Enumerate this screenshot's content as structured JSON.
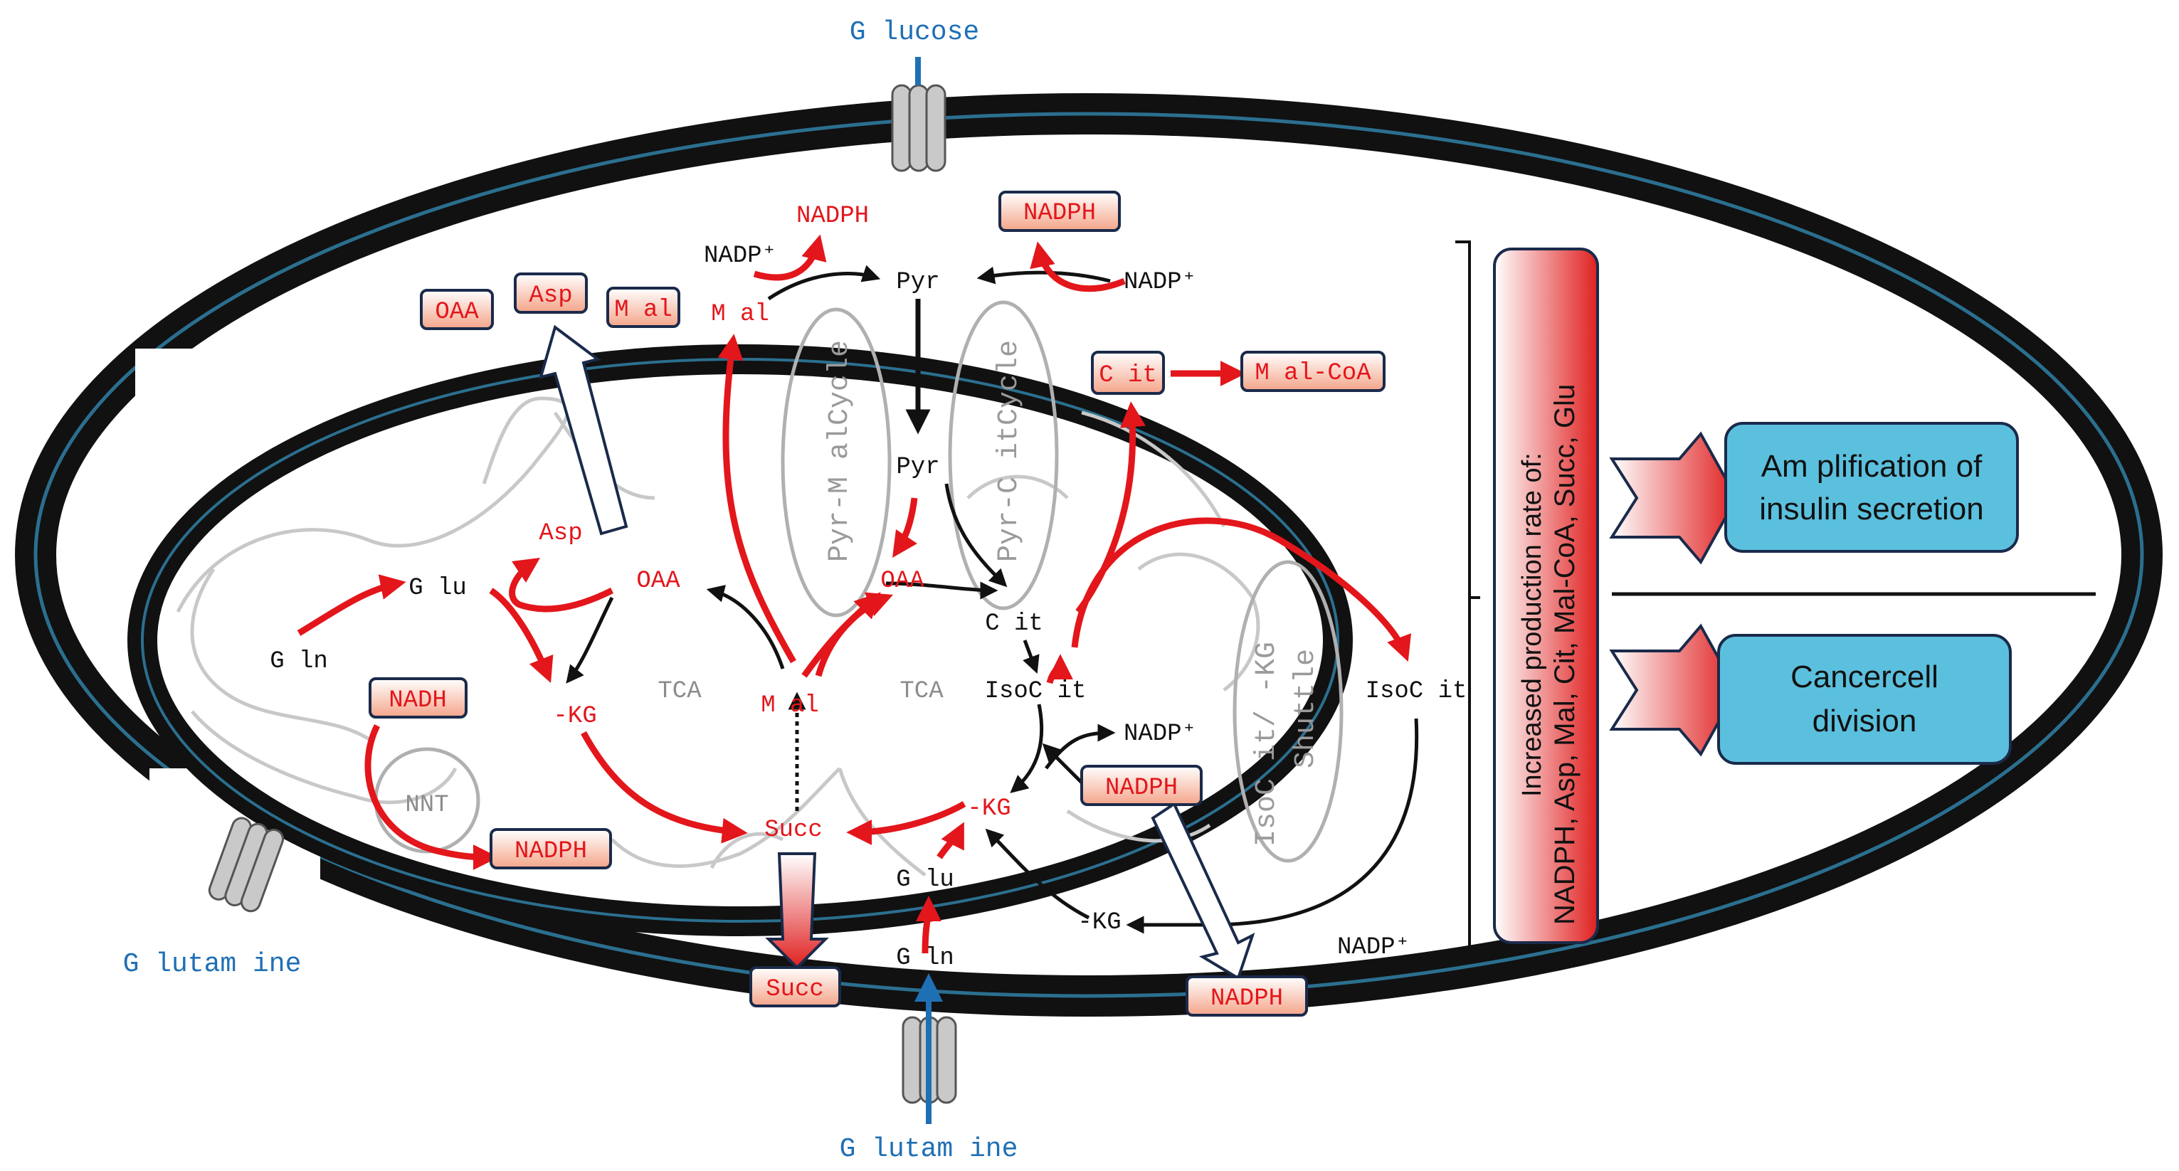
{
  "transport": {
    "glucose_top": "G lucose",
    "glutamine_left": "G lutam ine",
    "glutamine_bottom": "G lutam ine"
  },
  "cytosol": {
    "nadp_left": "NADP⁺",
    "nadph_left": "NADPH",
    "pyr_top": "Pyr",
    "nadph_right_box": "NADPH",
    "nadp_right": "NADP⁺",
    "mal_top": "M al",
    "cit_box": "C it",
    "malcoa_box": "M al-CoA",
    "oaa_box": "OAA",
    "asp_box": "Asp",
    "mal_box": "M al",
    "pyr_mal_cycle": "Pyr-M alCycle",
    "pyr_cit_cycle": "Pyr-C itCycle",
    "isocit_cyto": "IsoC it",
    "akg_cyto": "-KG",
    "nadp_bottom": "NADP⁺",
    "nadph_bottom_box": "NADPH",
    "succ_box": "Succ"
  },
  "mito": {
    "asp": "Asp",
    "glu_left": "G lu",
    "oaa_left": "OAA",
    "gln_left": "G ln",
    "akg_left": "-KG",
    "tca_left": "TCA",
    "nadh_box": "NADH",
    "nnt": "NNT",
    "nadph_nnt_box": "NADPH",
    "pyr_mito": "Pyr",
    "oaa_mid": "OAA",
    "mal_mid": "M al",
    "tca_right": "TCA",
    "cit_mito": "C it",
    "isocit_mito": "IsoC it",
    "nadp_mito": "NADP⁺",
    "nadph_mito_box": "NADPH",
    "akg_mito": "-KG",
    "succ_mito": "Succ",
    "glu_bottom": "G lu",
    "gln_bottom": "G ln",
    "shuttle": "IsoC it/ -KG",
    "shuttle2": "Shuttle"
  },
  "outputs": {
    "side_label_line1": "Increased production rate of:",
    "side_label_line2": "NADPH, Asp, Mal, Cit, Mal-CoA, Succ, Glu",
    "box1_line1": "Am plification of",
    "box1_line2": "insulin secretion",
    "box2_line1": "Cancercell",
    "box2_line2": "division"
  },
  "colors": {
    "red": "#e3161b",
    "membrane": "#111111",
    "output_box": "#5bc0de"
  }
}
